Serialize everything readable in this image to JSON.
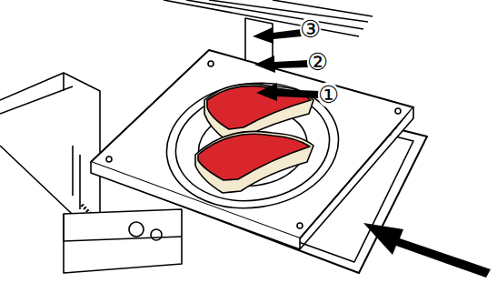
{
  "diagram": {
    "labels": [
      "③",
      "②",
      "①"
    ]
  }
}
